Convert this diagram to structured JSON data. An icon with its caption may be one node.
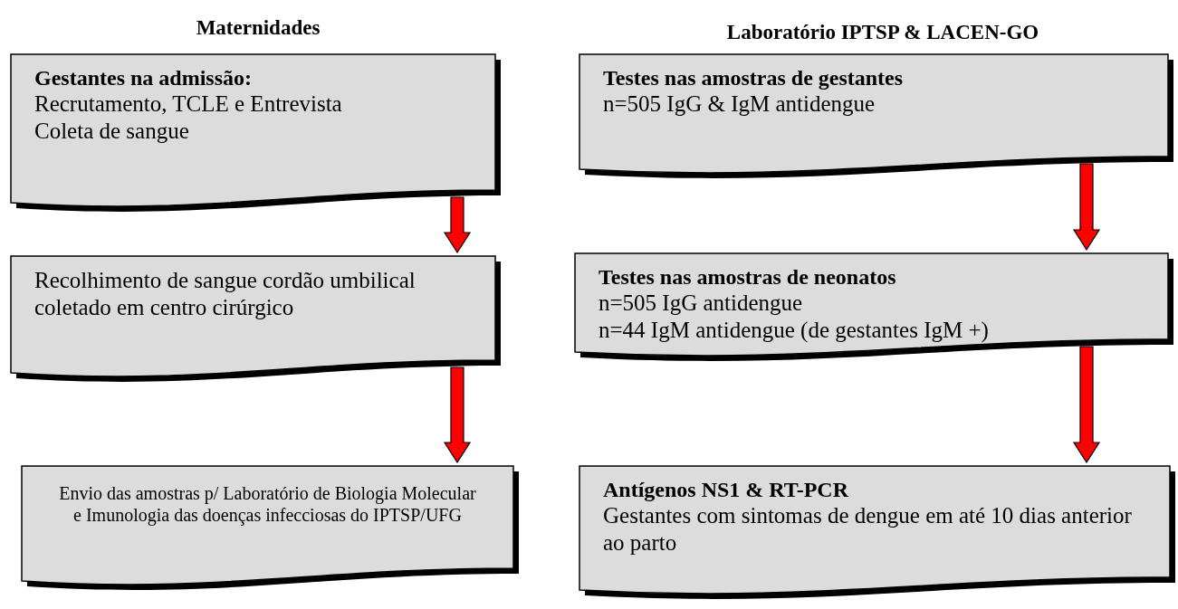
{
  "diagram": {
    "nodes": [
      {
        "text": [
          "Gestantes na admissão:",
          "Recrutamento, TCLE e Entrevista",
          "Coleta de sangue"
        ]
      },
      {
        "text": [
          "Recolhimento de sangue cordão umbilical coletado em centro cirúrgico"
        ]
      },
      {
        "text": [
          "Envio das amostras p/ Laboratório de Biologia Molecular e Imunologia das doenças infecciosas do IPTSP/UFG"
        ]
      },
      {
        "text": [
          "Testes nas amostras de gestantes",
          "n=505 IgG & IgM antidengue"
        ]
      },
      {
        "text": [
          "Testes nas amostras de neonatos",
          "n=505 IgG antidengue",
          "n=44 IgM antidengue (de gestantes IgM +)"
        ]
      },
      {
        "text": [
          "Antígenos NS1 & RT-PCR",
          "Gestantes com sintomas de dengue em até 10 dias anterior ao parto"
        ]
      }
    ],
    "edges": [
      {
        "from": 0,
        "to": 1,
        "arrow": "to"
      },
      {
        "from": 1,
        "to": 2,
        "arrow": "to"
      },
      {
        "from": 3,
        "to": 4,
        "arrow": "to"
      },
      {
        "from": 4,
        "to": 5,
        "arrow": "to"
      }
    ],
    "labels": [
      "Maternidades",
      "Laboratório IPTSP & LACEN-GO"
    ]
  }
}
